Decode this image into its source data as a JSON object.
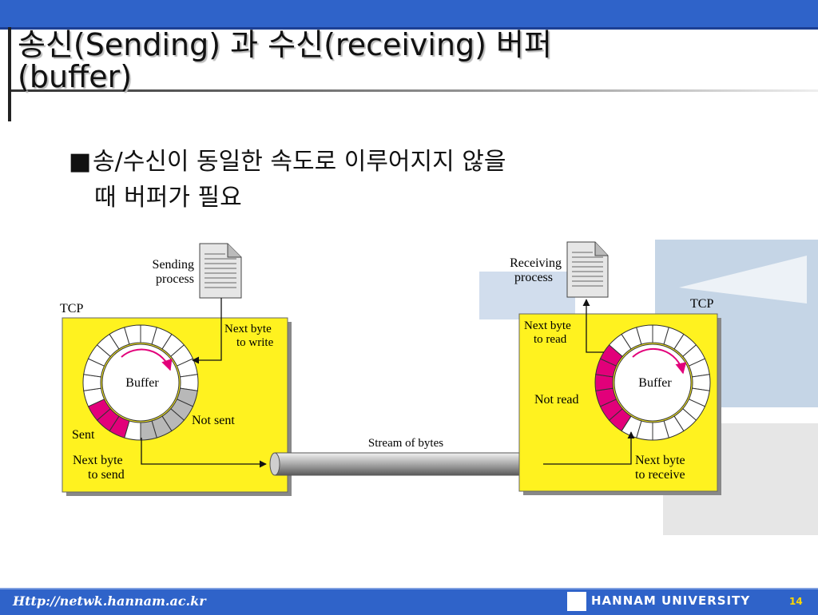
{
  "slide": {
    "title_line1": "송신(Sending) 과 수신(receiving) 버퍼",
    "title_line2": "(buffer)",
    "bullet_marker": "■",
    "bullet_line1": "송/수신이 동일한 속도로 이루어지지 않을",
    "bullet_line2": "때 버퍼가 필요"
  },
  "diagram": {
    "sender": {
      "tcp_label": "TCP",
      "process_label_1": "Sending",
      "process_label_2": "process",
      "buffer_label": "Buffer",
      "next_write_1": "Next byte",
      "next_write_2": "to write",
      "not_sent": "Not sent",
      "sent": "Sent",
      "next_send_1": "Next byte",
      "next_send_2": "to send"
    },
    "receiver": {
      "tcp_label": "TCP",
      "process_label_1": "Receiving",
      "process_label_2": "process",
      "buffer_label": "Buffer",
      "next_read_1": "Next byte",
      "next_read_2": "to read",
      "not_read": "Not read",
      "next_receive_1": "Next byte",
      "next_receive_2": "to receive"
    },
    "stream_label": "Stream of bytes",
    "colors": {
      "box": "#fff21f",
      "sent": "#e2007a",
      "not_sent": "#b8b8b8",
      "arrow": "#e2007a"
    }
  },
  "footer": {
    "url": "Http://netwk.hannam.ac.kr",
    "university": "HANNAM  UNIVERSITY",
    "page": "14"
  }
}
